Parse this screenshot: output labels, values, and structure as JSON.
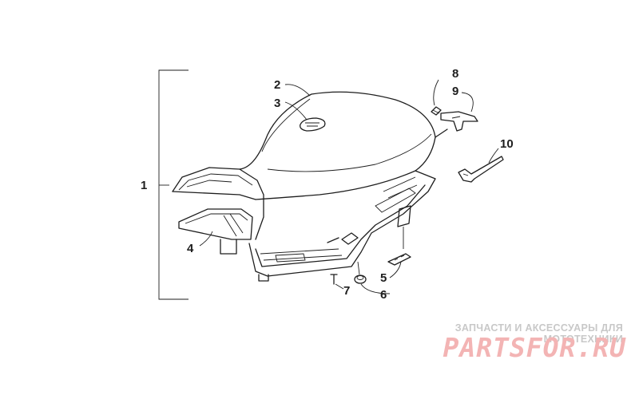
{
  "callouts": [
    {
      "id": 1,
      "label": "1"
    },
    {
      "id": 2,
      "label": "2"
    },
    {
      "id": 3,
      "label": "3"
    },
    {
      "id": 4,
      "label": "4"
    },
    {
      "id": 5,
      "label": "5"
    },
    {
      "id": 6,
      "label": "6"
    },
    {
      "id": 7,
      "label": "7"
    },
    {
      "id": 8,
      "label": "8"
    },
    {
      "id": 9,
      "label": "9"
    },
    {
      "id": 10,
      "label": "10"
    }
  ],
  "watermark": {
    "tagline": "ЗАПЧАСТИ И АКСЕССУАРЫ ДЛЯ МОТОТЕХНИКИ",
    "logo": "PARTSFOR.RU"
  },
  "colors": {
    "line": "#1e1e1e",
    "watermark_text": "#c8c8c8",
    "watermark_logo": "#f3b4b4"
  }
}
